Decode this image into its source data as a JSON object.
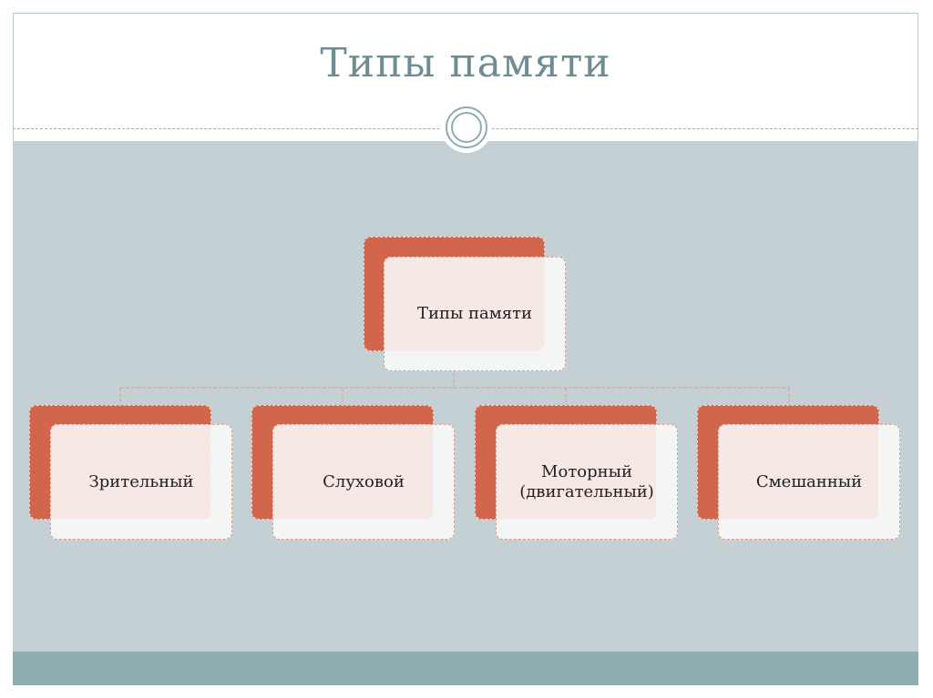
{
  "slide": {
    "title": "Типы памяти"
  },
  "diagram": {
    "root": {
      "label": "Типы памяти"
    },
    "children": [
      {
        "lines": [
          "Зрительный"
        ]
      },
      {
        "lines": [
          "Слуховой"
        ]
      },
      {
        "lines": [
          "Моторный",
          "(двигательный)"
        ]
      },
      {
        "lines": [
          "Смешанный"
        ]
      }
    ]
  },
  "colors": {
    "accent": "#d2664d",
    "content_background": "#c5d0d5",
    "footer_band": "#8fadaf",
    "title_text": "#6e8c92"
  }
}
